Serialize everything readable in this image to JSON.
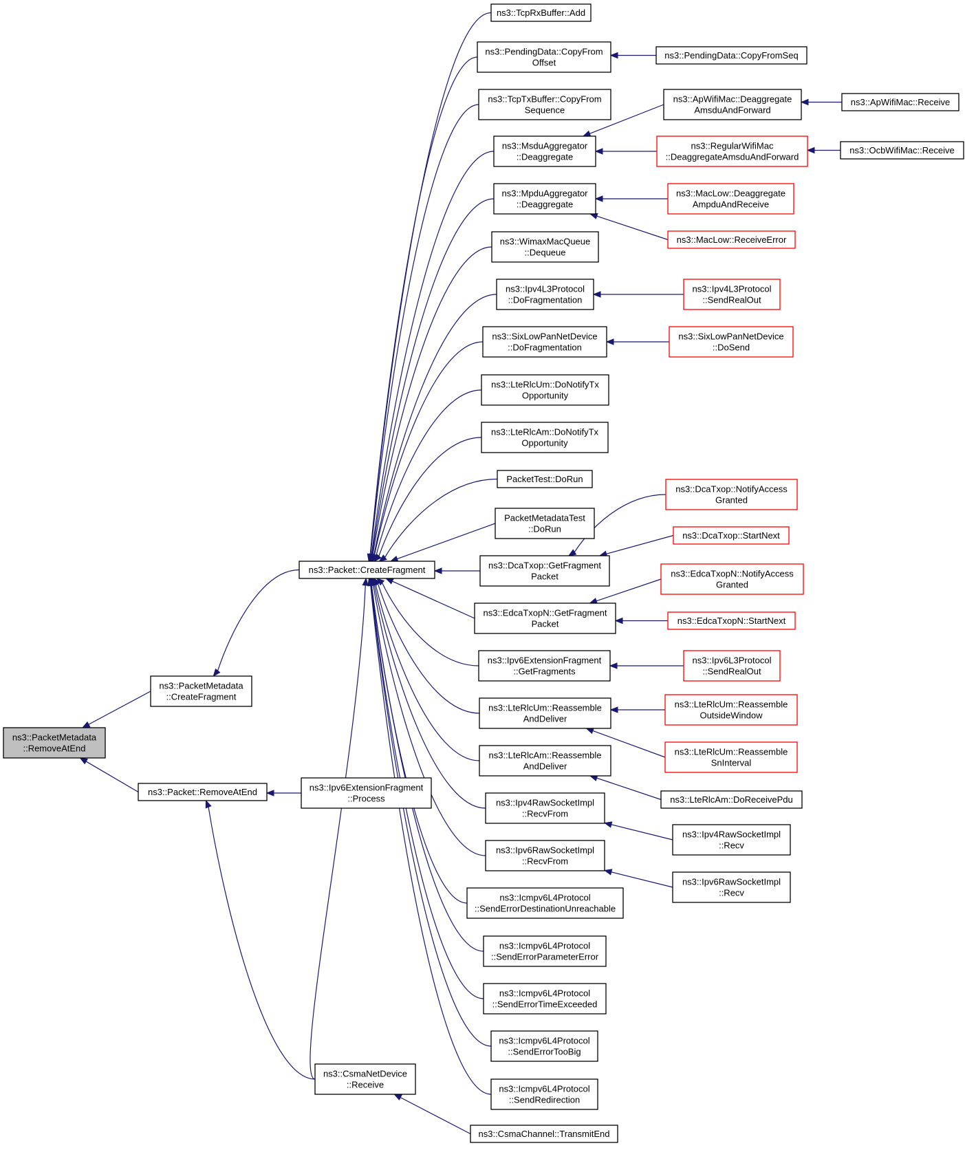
{
  "colors": {
    "edge": "#191970",
    "border_normal": "#000000",
    "border_truncated": "#ff0000",
    "fill_focus": "#bfbfbf",
    "fill_normal": "#ffffff"
  },
  "nodes": [
    {
      "id": "n_root",
      "lines": [
        "ns3::PacketMetadata",
        "::RemoveAtEnd"
      ],
      "kind": "focus"
    },
    {
      "id": "n_pm_cf",
      "lines": [
        "ns3::PacketMetadata",
        "::CreateFragment"
      ],
      "kind": "normal"
    },
    {
      "id": "n_p_rae",
      "lines": [
        "ns3::Packet::RemoveAtEnd"
      ],
      "kind": "normal"
    },
    {
      "id": "n_p_cf",
      "lines": [
        "ns3::Packet::CreateFragment"
      ],
      "kind": "normal"
    },
    {
      "id": "n_ipv6ef_proc",
      "lines": [
        "ns3::Ipv6ExtensionFragment",
        "::Process"
      ],
      "kind": "normal"
    },
    {
      "id": "n_csma_recv",
      "lines": [
        "ns3::CsmaNetDevice",
        "::Receive"
      ],
      "kind": "normal"
    },
    {
      "id": "n_csma_te",
      "lines": [
        "ns3::CsmaChannel::TransmitEnd"
      ],
      "kind": "normal"
    },
    {
      "id": "n_tcprx_add",
      "lines": [
        "ns3::TcpRxBuffer::Add"
      ],
      "kind": "normal"
    },
    {
      "id": "n_pd_cfo",
      "lines": [
        "ns3::PendingData::CopyFrom",
        "Offset"
      ],
      "kind": "normal"
    },
    {
      "id": "n_pd_cfs",
      "lines": [
        "ns3::PendingData::CopyFromSeq"
      ],
      "kind": "normal"
    },
    {
      "id": "n_tcptx",
      "lines": [
        "ns3::TcpTxBuffer::CopyFrom",
        "Sequence"
      ],
      "kind": "normal"
    },
    {
      "id": "n_msdu",
      "lines": [
        "ns3::MsduAggregator",
        "::Deaggregate"
      ],
      "kind": "normal"
    },
    {
      "id": "n_apwifi_daf",
      "lines": [
        "ns3::ApWifiMac::Deaggregate",
        "AmsduAndForward"
      ],
      "kind": "normal"
    },
    {
      "id": "n_apwifi_recv",
      "lines": [
        "ns3::ApWifiMac::Receive"
      ],
      "kind": "normal"
    },
    {
      "id": "n_regwifi_daf",
      "lines": [
        "ns3::RegularWifiMac",
        "::DeaggregateAmsduAndForward"
      ],
      "kind": "truncated"
    },
    {
      "id": "n_ocbwifi_recv",
      "lines": [
        "ns3::OcbWifiMac::Receive"
      ],
      "kind": "normal"
    },
    {
      "id": "n_mpdu",
      "lines": [
        "ns3::MpduAggregator",
        "::Deaggregate"
      ],
      "kind": "normal"
    },
    {
      "id": "n_maclow_dar",
      "lines": [
        "ns3::MacLow::Deaggregate",
        "AmpduAndReceive"
      ],
      "kind": "truncated"
    },
    {
      "id": "n_maclow_re",
      "lines": [
        "ns3::MacLow::ReceiveError"
      ],
      "kind": "truncated"
    },
    {
      "id": "n_wimax",
      "lines": [
        "ns3::WimaxMacQueue",
        "::Dequeue"
      ],
      "kind": "normal"
    },
    {
      "id": "n_ipv4l3_dofrag",
      "lines": [
        "ns3::Ipv4L3Protocol",
        "::DoFragmentation"
      ],
      "kind": "normal"
    },
    {
      "id": "n_ipv4l3_sro",
      "lines": [
        "ns3::Ipv4L3Protocol",
        "::SendRealOut"
      ],
      "kind": "truncated"
    },
    {
      "id": "n_sixlow_dofrag",
      "lines": [
        "ns3::SixLowPanNetDevice",
        "::DoFragmentation"
      ],
      "kind": "normal"
    },
    {
      "id": "n_sixlow_dosend",
      "lines": [
        "ns3::SixLowPanNetDevice",
        "::DoSend"
      ],
      "kind": "truncated"
    },
    {
      "id": "n_lterlcum_dntx",
      "lines": [
        "ns3::LteRlcUm::DoNotifyTx",
        "Opportunity"
      ],
      "kind": "normal"
    },
    {
      "id": "n_lterlcam_dntx",
      "lines": [
        "ns3::LteRlcAm::DoNotifyTx",
        "Opportunity"
      ],
      "kind": "normal"
    },
    {
      "id": "n_pt_dorun",
      "lines": [
        "PacketTest::DoRun"
      ],
      "kind": "normal"
    },
    {
      "id": "n_pmt_dorun",
      "lines": [
        "PacketMetadataTest",
        "::DoRun"
      ],
      "kind": "normal"
    },
    {
      "id": "n_dca_gfp",
      "lines": [
        "ns3::DcaTxop::GetFragment",
        "Packet"
      ],
      "kind": "normal"
    },
    {
      "id": "n_dca_nag",
      "lines": [
        "ns3::DcaTxop::NotifyAccess",
        "Granted"
      ],
      "kind": "truncated"
    },
    {
      "id": "n_dca_sn",
      "lines": [
        "ns3::DcaTxop::StartNext"
      ],
      "kind": "truncated"
    },
    {
      "id": "n_edca_gfp",
      "lines": [
        "ns3::EdcaTxopN::GetFragment",
        "Packet"
      ],
      "kind": "normal"
    },
    {
      "id": "n_edca_nag",
      "lines": [
        "ns3::EdcaTxopN::NotifyAccess",
        "Granted"
      ],
      "kind": "truncated"
    },
    {
      "id": "n_edca_sn",
      "lines": [
        "ns3::EdcaTxopN::StartNext"
      ],
      "kind": "truncated"
    },
    {
      "id": "n_ipv6ef_gf",
      "lines": [
        "ns3::Ipv6ExtensionFragment",
        "::GetFragments"
      ],
      "kind": "normal"
    },
    {
      "id": "n_ipv6l3_sro",
      "lines": [
        "ns3::Ipv6L3Protocol",
        "::SendRealOut"
      ],
      "kind": "truncated"
    },
    {
      "id": "n_lterlcum_rad",
      "lines": [
        "ns3::LteRlcUm::Reassemble",
        "AndDeliver"
      ],
      "kind": "normal"
    },
    {
      "id": "n_lterlcum_row",
      "lines": [
        "ns3::LteRlcUm::Reassemble",
        "OutsideWindow"
      ],
      "kind": "truncated"
    },
    {
      "id": "n_lterlcum_rsi",
      "lines": [
        "ns3::LteRlcUm::Reassemble",
        "SnInterval"
      ],
      "kind": "truncated"
    },
    {
      "id": "n_lterlcam_rad",
      "lines": [
        "ns3::LteRlcAm::Reassemble",
        "AndDeliver"
      ],
      "kind": "normal"
    },
    {
      "id": "n_lterlcam_drp",
      "lines": [
        "ns3::LteRlcAm::DoReceivePdu"
      ],
      "kind": "normal"
    },
    {
      "id": "n_ipv4raw_rf",
      "lines": [
        "ns3::Ipv4RawSocketImpl",
        "::RecvFrom"
      ],
      "kind": "normal"
    },
    {
      "id": "n_ipv4raw_recv",
      "lines": [
        "ns3::Ipv4RawSocketImpl",
        "::Recv"
      ],
      "kind": "normal"
    },
    {
      "id": "n_ipv6raw_rf",
      "lines": [
        "ns3::Ipv6RawSocketImpl",
        "::RecvFrom"
      ],
      "kind": "normal"
    },
    {
      "id": "n_ipv6raw_recv",
      "lines": [
        "ns3::Ipv6RawSocketImpl",
        "::Recv"
      ],
      "kind": "normal"
    },
    {
      "id": "n_icmp_sedu",
      "lines": [
        "ns3::Icmpv6L4Protocol",
        "::SendErrorDestinationUnreachable"
      ],
      "kind": "normal"
    },
    {
      "id": "n_icmp_sepe",
      "lines": [
        "ns3::Icmpv6L4Protocol",
        "::SendErrorParameterError"
      ],
      "kind": "normal"
    },
    {
      "id": "n_icmp_sete",
      "lines": [
        "ns3::Icmpv6L4Protocol",
        "::SendErrorTimeExceeded"
      ],
      "kind": "normal"
    },
    {
      "id": "n_icmp_setb",
      "lines": [
        "ns3::Icmpv6L4Protocol",
        "::SendErrorTooBig"
      ],
      "kind": "normal"
    },
    {
      "id": "n_icmp_sr",
      "lines": [
        "ns3::Icmpv6L4Protocol",
        "::SendRedirection"
      ],
      "kind": "normal"
    }
  ],
  "edges": [
    {
      "from": "n_pm_cf",
      "to": "n_root"
    },
    {
      "from": "n_p_rae",
      "to": "n_root"
    },
    {
      "from": "n_p_cf",
      "to": "n_pm_cf"
    },
    {
      "from": "n_ipv6ef_proc",
      "to": "n_p_rae"
    },
    {
      "from": "n_csma_recv",
      "to": "n_p_rae"
    },
    {
      "from": "n_csma_te",
      "to": "n_csma_recv"
    },
    {
      "from": "n_tcprx_add",
      "to": "n_p_cf"
    },
    {
      "from": "n_pd_cfo",
      "to": "n_p_cf"
    },
    {
      "from": "n_tcptx",
      "to": "n_p_cf"
    },
    {
      "from": "n_msdu",
      "to": "n_p_cf"
    },
    {
      "from": "n_mpdu",
      "to": "n_p_cf"
    },
    {
      "from": "n_wimax",
      "to": "n_p_cf"
    },
    {
      "from": "n_ipv4l3_dofrag",
      "to": "n_p_cf"
    },
    {
      "from": "n_sixlow_dofrag",
      "to": "n_p_cf"
    },
    {
      "from": "n_lterlcum_dntx",
      "to": "n_p_cf"
    },
    {
      "from": "n_lterlcam_dntx",
      "to": "n_p_cf"
    },
    {
      "from": "n_pt_dorun",
      "to": "n_p_cf"
    },
    {
      "from": "n_pmt_dorun",
      "to": "n_p_cf"
    },
    {
      "from": "n_dca_gfp",
      "to": "n_p_cf"
    },
    {
      "from": "n_edca_gfp",
      "to": "n_p_cf"
    },
    {
      "from": "n_ipv6ef_gf",
      "to": "n_p_cf"
    },
    {
      "from": "n_lterlcum_rad",
      "to": "n_p_cf"
    },
    {
      "from": "n_lterlcam_rad",
      "to": "n_p_cf"
    },
    {
      "from": "n_ipv4raw_rf",
      "to": "n_p_cf"
    },
    {
      "from": "n_ipv6raw_rf",
      "to": "n_p_cf"
    },
    {
      "from": "n_icmp_sedu",
      "to": "n_p_cf"
    },
    {
      "from": "n_icmp_sepe",
      "to": "n_p_cf"
    },
    {
      "from": "n_icmp_sete",
      "to": "n_p_cf"
    },
    {
      "from": "n_icmp_setb",
      "to": "n_p_cf"
    },
    {
      "from": "n_icmp_sr",
      "to": "n_p_cf"
    },
    {
      "from": "n_csma_recv",
      "to": "n_p_cf"
    },
    {
      "from": "n_pd_cfs",
      "to": "n_pd_cfo"
    },
    {
      "from": "n_apwifi_daf",
      "to": "n_msdu"
    },
    {
      "from": "n_regwifi_daf",
      "to": "n_msdu"
    },
    {
      "from": "n_apwifi_recv",
      "to": "n_apwifi_daf"
    },
    {
      "from": "n_ocbwifi_recv",
      "to": "n_regwifi_daf"
    },
    {
      "from": "n_maclow_dar",
      "to": "n_mpdu"
    },
    {
      "from": "n_maclow_re",
      "to": "n_mpdu"
    },
    {
      "from": "n_ipv4l3_sro",
      "to": "n_ipv4l3_dofrag"
    },
    {
      "from": "n_sixlow_dosend",
      "to": "n_sixlow_dofrag"
    },
    {
      "from": "n_dca_nag",
      "to": "n_dca_gfp"
    },
    {
      "from": "n_dca_sn",
      "to": "n_dca_gfp"
    },
    {
      "from": "n_edca_nag",
      "to": "n_edca_gfp"
    },
    {
      "from": "n_edca_sn",
      "to": "n_edca_gfp"
    },
    {
      "from": "n_ipv6l3_sro",
      "to": "n_ipv6ef_gf"
    },
    {
      "from": "n_lterlcum_row",
      "to": "n_lterlcum_rad"
    },
    {
      "from": "n_lterlcum_rsi",
      "to": "n_lterlcum_rad"
    },
    {
      "from": "n_lterlcam_drp",
      "to": "n_lterlcam_rad"
    },
    {
      "from": "n_ipv4raw_recv",
      "to": "n_ipv4raw_rf"
    },
    {
      "from": "n_ipv6raw_recv",
      "to": "n_ipv6raw_rf"
    }
  ]
}
